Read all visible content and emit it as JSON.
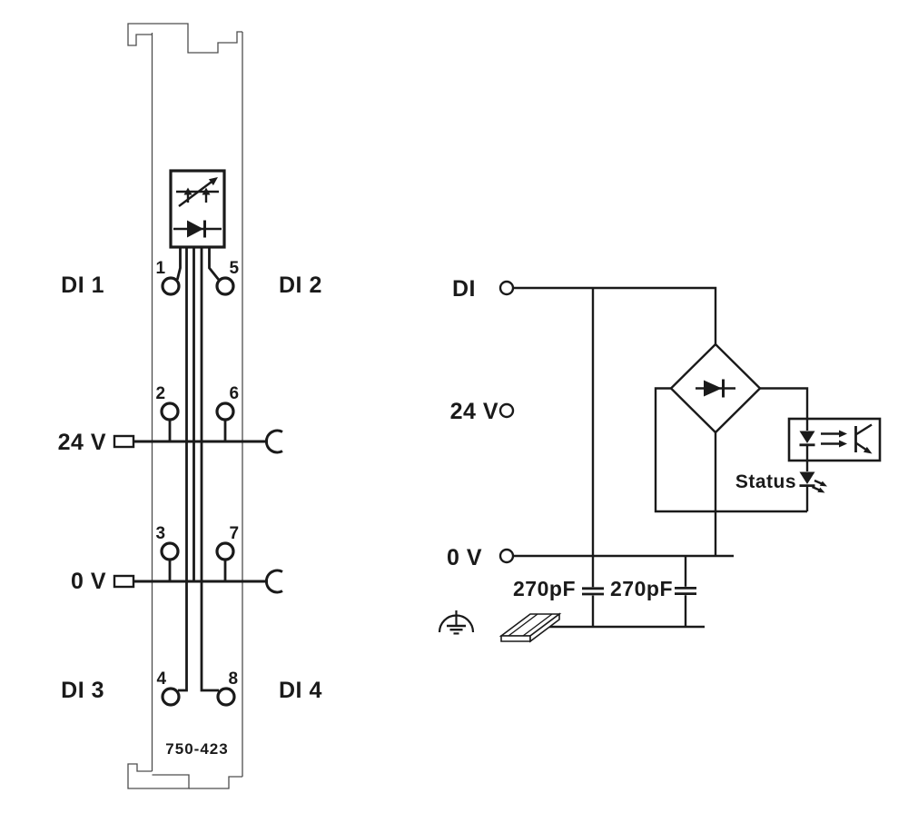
{
  "colors": {
    "line": "#1a1a1a",
    "module_outline": "#4d4d4d",
    "background": "#ffffff"
  },
  "module": {
    "part_number": "750-423",
    "channel_labels": {
      "di1": "DI 1",
      "di2": "DI 2",
      "di3": "DI 3",
      "di4": "DI 4"
    },
    "supply_labels": {
      "v24": "24 V",
      "v0": "0 V"
    },
    "terminals": {
      "t1": "1",
      "t2": "2",
      "t3": "3",
      "t4": "4",
      "t5": "5",
      "t6": "6",
      "t7": "7",
      "t8": "8"
    }
  },
  "schematic": {
    "labels": {
      "di": "DI",
      "v24": "24 V",
      "v0": "0 V",
      "status": "Status"
    },
    "capacitors": {
      "c1": "270pF",
      "c2": "270pF"
    }
  },
  "icons": {
    "indicator_box": "led-indicator-box-icon",
    "input_diode": "diode-icon",
    "rectifier": "bridge-rectifier-icon",
    "optocoupler": "optocoupler-icon",
    "status_led": "status-led-icon",
    "capacitor": "capacitor-icon",
    "earth": "functional-earth-icon",
    "din_rail": "din-rail-icon",
    "power_feed": "power-feed-connector-icon",
    "power_jumper": "power-jumper-contact-icon"
  }
}
